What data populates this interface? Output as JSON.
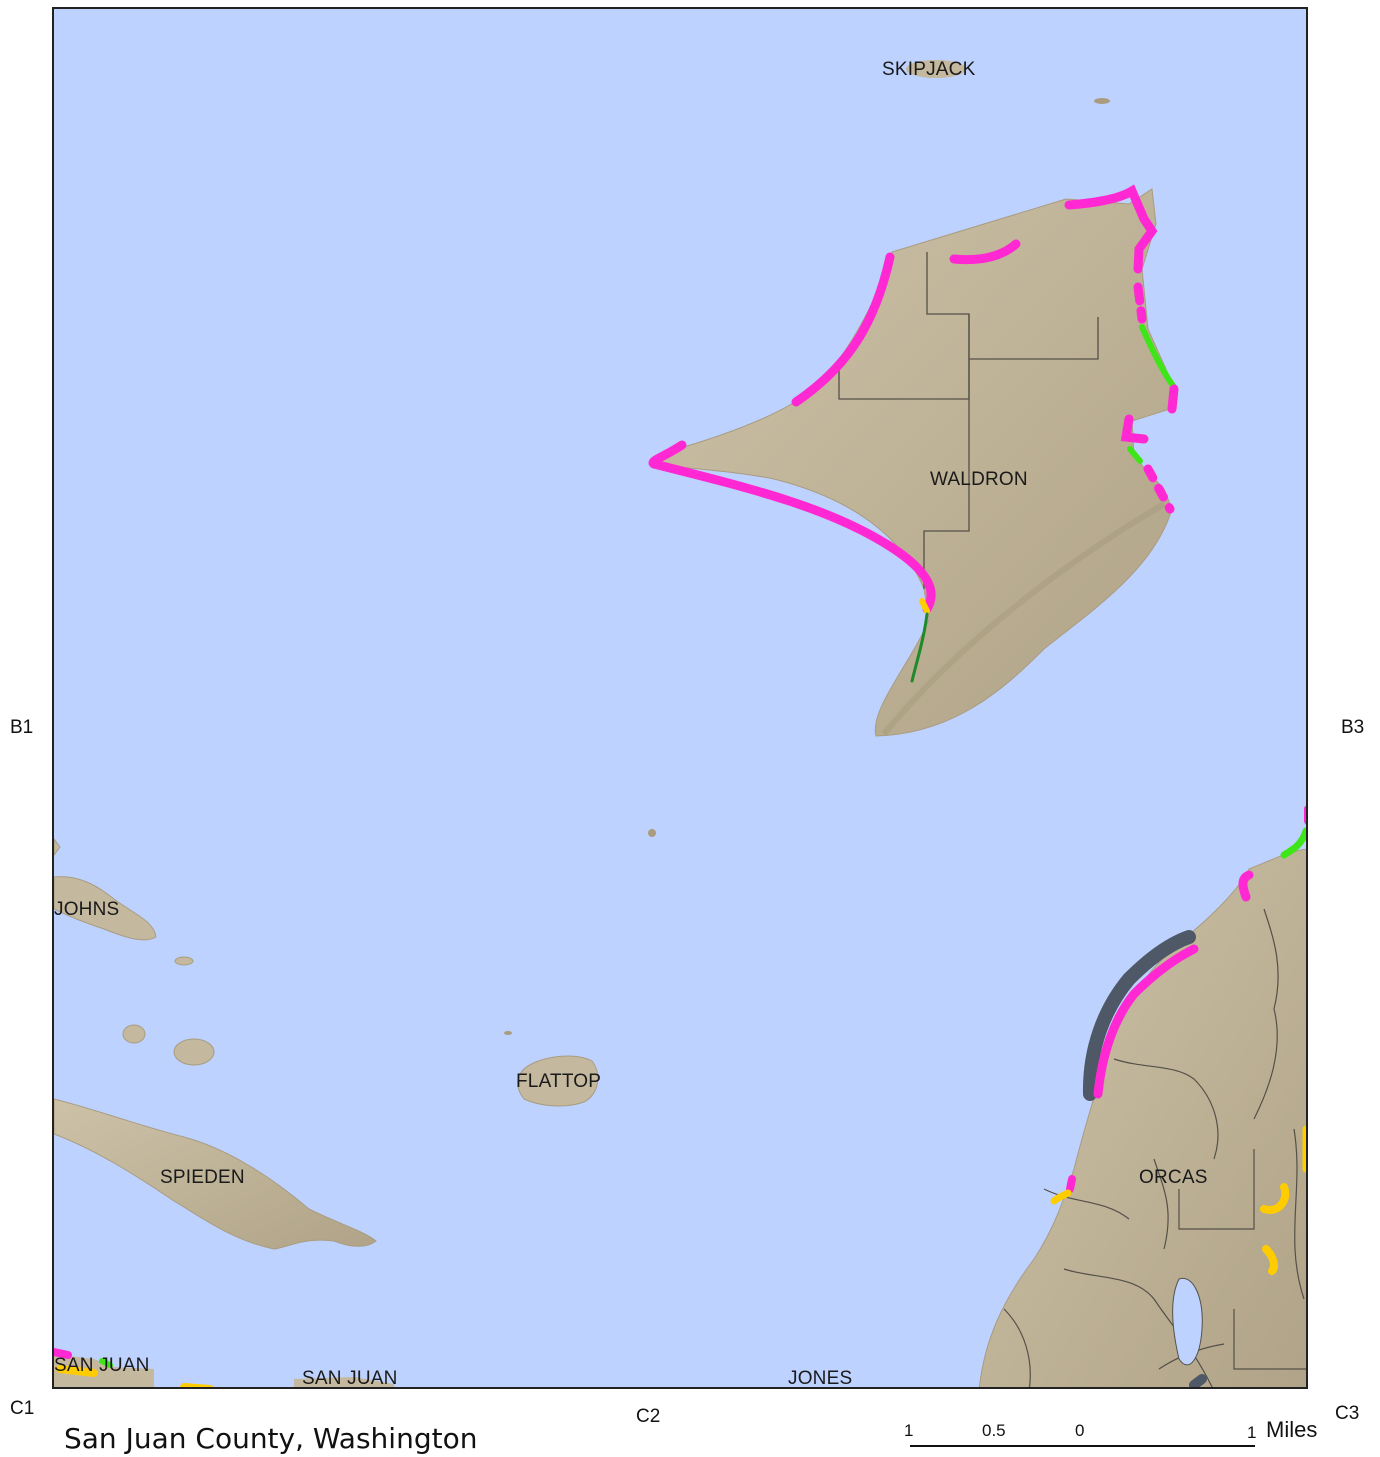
{
  "map": {
    "title": "San Juan County, Washington",
    "colors": {
      "water": "#bed2ff",
      "land": "#c4b89e",
      "land_shadow": "#a99c80",
      "shore_magenta": "#ff28d2",
      "shore_green": "#3ee619",
      "shore_yellow": "#ffcc00",
      "shore_dark": "#4f5866",
      "roads": "#555048"
    },
    "island_labels": {
      "skipjack": "SKIPJACK",
      "waldron": "WALDRON",
      "johns": "JOHNS",
      "flattop": "FLATTOP",
      "spieden": "SPIEDEN",
      "orcas": "ORCAS",
      "san_juan_1": "SAN JUAN",
      "san_juan_2": "SAN JUAN",
      "jones": "JONES"
    },
    "grid_labels": {
      "b1": "B1",
      "b3": "B3",
      "c1": "C1",
      "c2": "C2",
      "c3": "C3"
    },
    "scale_bar": {
      "ticks": [
        "1",
        "0.5",
        "0",
        "1"
      ],
      "unit": "Miles"
    }
  }
}
